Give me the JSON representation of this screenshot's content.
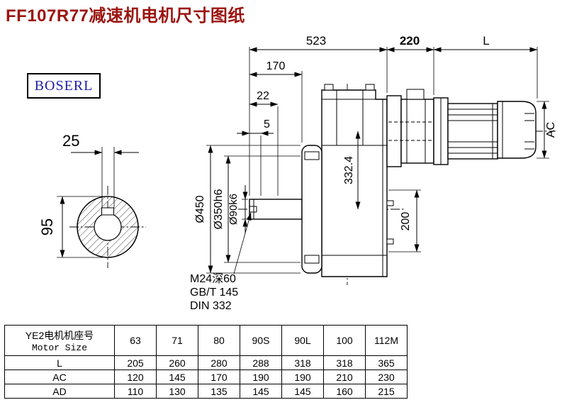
{
  "title": "FF107R77减速机电机尺寸图纸",
  "logo": {
    "text": "BOSERL"
  },
  "drawing": {
    "dims": {
      "d523": "523",
      "d220": "220",
      "dL": "L",
      "d170": "170",
      "d22": "22",
      "d5": "5",
      "d25": "25",
      "d95": "95",
      "d450": "Ø450",
      "d350": "Ø350h6",
      "d90": "Ø90k6",
      "d332": "332.4",
      "d200": "200",
      "dAC": "AC"
    },
    "notes": [
      "M24深60",
      "GB/T 145",
      "DIN 332"
    ]
  },
  "table": {
    "header_cn": "YE2电机机座号",
    "header_en": "Motor Size",
    "sizes": [
      "63",
      "71",
      "80",
      "90S",
      "90L",
      "100",
      "112M"
    ],
    "rows": [
      {
        "label": "L",
        "values": [
          "205",
          "260",
          "280",
          "288",
          "318",
          "318",
          "365"
        ]
      },
      {
        "label": "AC",
        "values": [
          "120",
          "145",
          "170",
          "190",
          "190",
          "210",
          "230"
        ]
      },
      {
        "label": "AD",
        "values": [
          "110",
          "130",
          "135",
          "145",
          "145",
          "160",
          "215"
        ]
      }
    ]
  },
  "colors": {
    "title": "#9b1410",
    "logo_text": "#2020a8",
    "line": "#000000",
    "background": "#ffffff"
  }
}
